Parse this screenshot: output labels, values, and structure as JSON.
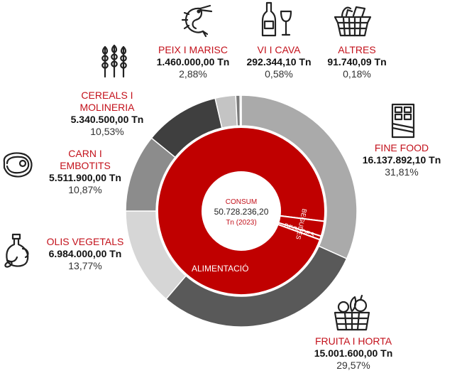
{
  "chart_data": {
    "type": "pie",
    "center": {
      "line1": "CONSUM",
      "line2": "50.728.236,20",
      "line3": "Tn (2023)"
    },
    "categories": [
      "FINE FOOD",
      "FRUITA I HORTA",
      "OLIS VEGETALS",
      "CARN I EMBOTITS",
      "CEREALS I MOLINERIA",
      "PEIX I MARISC",
      "VI I CAVA",
      "ALTRES"
    ],
    "outer_ring": [
      {
        "name": "FINE FOOD",
        "amount": "16.137.892,10 Tn",
        "percent": "31,81%",
        "value": 31.81,
        "color": "#aaaaaa",
        "icon": "chocolate-bar-icon"
      },
      {
        "name": "FRUITA I HORTA",
        "amount": "15.001.600,00 Tn",
        "percent": "29,57%",
        "value": 29.57,
        "color": "#595959",
        "icon": "vegetable-crate-icon"
      },
      {
        "name": "OLIS VEGETALS",
        "amount": "6.984.000,00 Tn",
        "percent": "13,77%",
        "value": 13.77,
        "color": "#d6d6d6",
        "icon": "oil-bottle-icon"
      },
      {
        "name": "CARN I EMBOTITS",
        "amount": "5.511.900,00 Tn",
        "percent": "10,87%",
        "value": 10.87,
        "color": "#8c8c8c",
        "icon": "steak-icon"
      },
      {
        "name": "CEREALS I MOLINERIA",
        "amount": "5.340.500,00 Tn",
        "percent": "10,53%",
        "value": 10.53,
        "color": "#3f3f3f",
        "icon": "wheat-icon"
      },
      {
        "name": "PEIX I MARISC",
        "amount": "1.460.000,00 Tn",
        "percent": "2,88%",
        "value": 2.88,
        "color": "#c4c4c4",
        "icon": "shrimp-icon"
      },
      {
        "name": "VI I CAVA",
        "amount": "292.344,10 Tn",
        "percent": "0,58%",
        "value": 0.58,
        "color": "#7a7a7a",
        "icon": "wine-icon"
      },
      {
        "name": "ALTRES",
        "amount": "91.740,09 Tn",
        "percent": "0,18%",
        "value": 0.18,
        "color": "#bdbdbd",
        "icon": "basket-icon"
      }
    ],
    "inner_ring": [
      {
        "name": "ALIMENTACIÓ",
        "value": 96.4,
        "color": "#c00000"
      },
      {
        "name": "BEGUDES",
        "value": 2.9,
        "color": "#c00000"
      },
      {
        "name": "BEGUDES",
        "value": 0.7,
        "color": "#c00000"
      }
    ],
    "colors": {
      "accent": "#c3111b",
      "inner": "#c00000",
      "separator": "#ffffff"
    }
  }
}
